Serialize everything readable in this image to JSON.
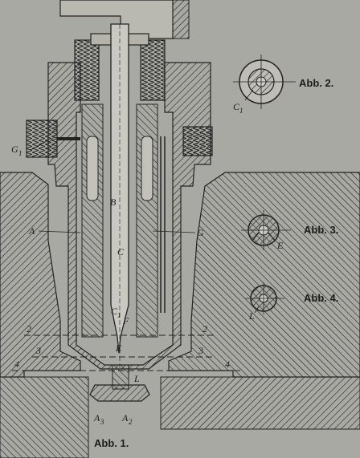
{
  "figure": {
    "captions": {
      "abb1": "Abb. 1.",
      "abb2": "Abb. 2.",
      "abb3": "Abb. 3.",
      "abb4": "Abb. 4."
    },
    "labels": {
      "A": "A",
      "B": "B",
      "C": "C",
      "C1": "C",
      "C1_sub": "1",
      "C1_sub_small": "1",
      "E": "E",
      "F": "F",
      "G": "G",
      "G1": "G",
      "G1_sub": "1",
      "A2": "A",
      "A2_sub": "2",
      "A3": "A",
      "A3_sub": "3",
      "L": "L",
      "sec2": "2",
      "sec3": "3",
      "sec4": "4"
    }
  }
}
